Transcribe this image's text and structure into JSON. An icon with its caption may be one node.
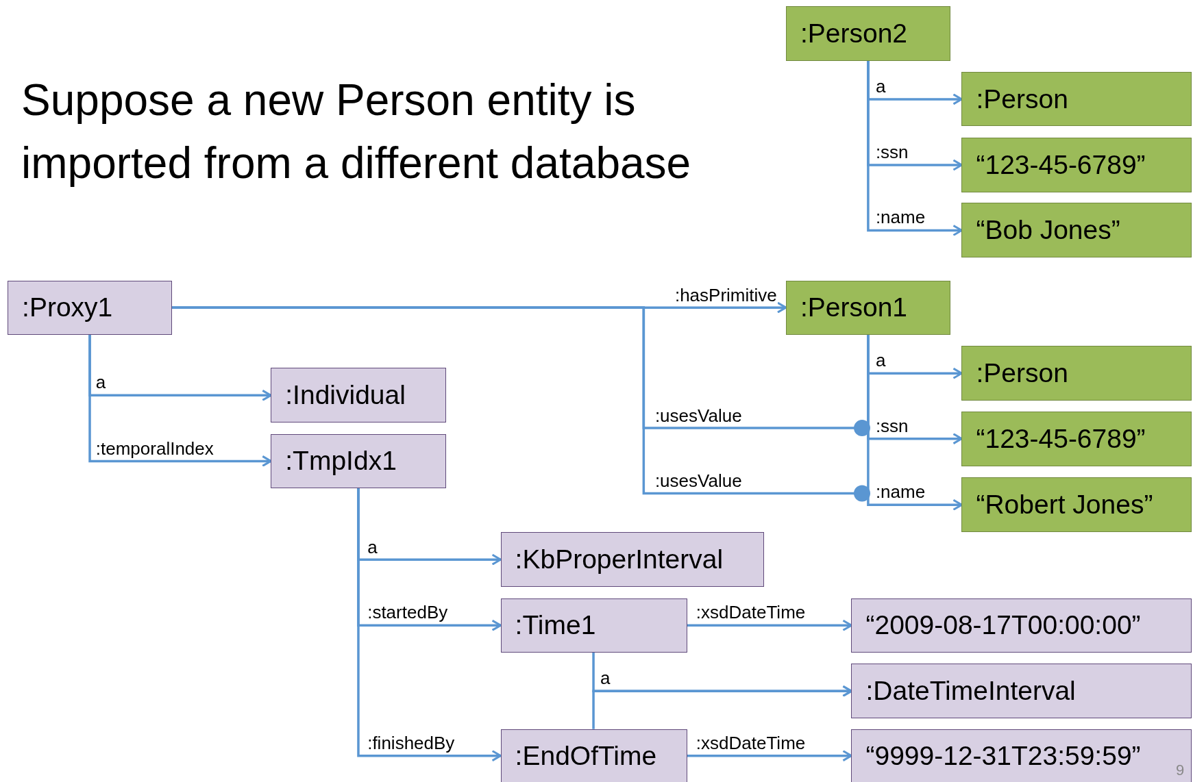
{
  "diagram": {
    "title": "Suppose a new Person entity is imported from a different database",
    "nodes": [
      {
        "text": [
          ":Person2"
        ]
      },
      {
        "text": [
          ":Person"
        ]
      },
      {
        "text": [
          "“123-45-6789”"
        ]
      },
      {
        "text": [
          "“Bob Jones”"
        ]
      },
      {
        "text": [
          ":Proxy1"
        ]
      },
      {
        "text": [
          ":Person1"
        ]
      },
      {
        "text": [
          ":Person"
        ]
      },
      {
        "text": [
          "“123-45-6789”"
        ]
      },
      {
        "text": [
          "“Robert Jones”"
        ]
      },
      {
        "text": [
          ":Individual"
        ]
      },
      {
        "text": [
          ":TmpIdx1"
        ]
      },
      {
        "text": [
          ":KbProperInterval"
        ]
      },
      {
        "text": [
          ":Time1"
        ]
      },
      {
        "text": [
          "“2009-08-17T00:00:00”"
        ]
      },
      {
        "text": [
          ":DateTimeInterval"
        ]
      },
      {
        "text": [
          ":EndOfTime"
        ]
      },
      {
        "text": [
          "“9999-12-31T23:59:59”"
        ]
      }
    ],
    "edges": [
      {
        "from": 0,
        "to": 1,
        "arrow": "to",
        "label": "a"
      },
      {
        "from": 0,
        "to": 2,
        "arrow": "to",
        "label": ":ssn"
      },
      {
        "from": 0,
        "to": 3,
        "arrow": "to",
        "label": ":name"
      },
      {
        "from": 4,
        "to": 5,
        "arrow": "to",
        "label": ":hasPrimitive"
      },
      {
        "from": 5,
        "to": 6,
        "arrow": "to",
        "label": "a"
      },
      {
        "from": 5,
        "to": 7,
        "arrow": "to",
        "label": ":ssn"
      },
      {
        "from": 5,
        "to": 8,
        "arrow": "to",
        "label": ":name"
      },
      {
        "from": 4,
        "to": 9,
        "arrow": "to",
        "label": "a"
      },
      {
        "from": 4,
        "to": 10,
        "arrow": "to",
        "label": ":temporalIndex"
      },
      {
        "from": 4,
        "to": null,
        "arrow": "other",
        "label": ":usesValue"
      },
      {
        "from": 4,
        "to": null,
        "arrow": "other",
        "label": ":usesValue"
      },
      {
        "from": 10,
        "to": 11,
        "arrow": "to",
        "label": "a"
      },
      {
        "from": 10,
        "to": 12,
        "arrow": "to",
        "label": ":startedBy"
      },
      {
        "from": 10,
        "to": 15,
        "arrow": "to",
        "label": ":finishedBy"
      },
      {
        "from": 12,
        "to": 13,
        "arrow": "to",
        "label": ":xsdDateTime"
      },
      {
        "from": 12,
        "to": 14,
        "arrow": "to",
        "label": "a"
      },
      {
        "from": 15,
        "to": 14,
        "arrow": "to"
      },
      {
        "from": 15,
        "to": 16,
        "arrow": "to",
        "label": ":xsdDateTime"
      }
    ],
    "labels": [
      "9"
    ]
  }
}
